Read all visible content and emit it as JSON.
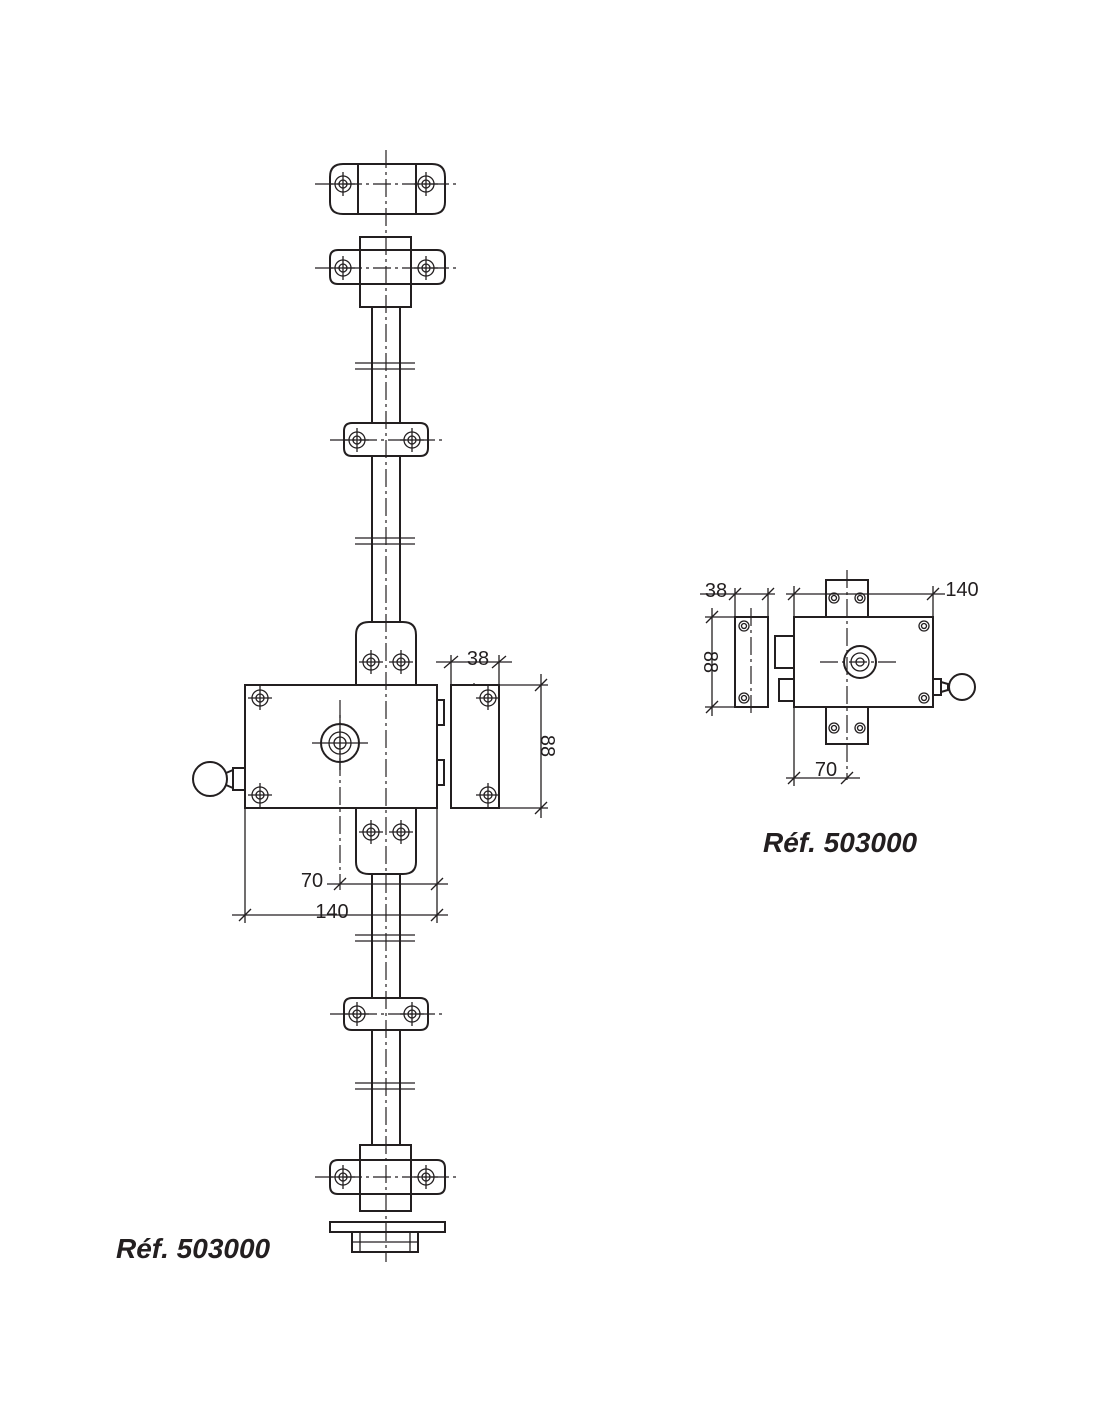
{
  "left_view": {
    "dim_depth": "38",
    "dim_height": "88",
    "dim_half_width": "70",
    "dim_width": "140",
    "reference": "Réf. 503000"
  },
  "right_view": {
    "dim_depth": "38",
    "dim_height": "88",
    "dim_half_width": "70",
    "dim_width": "140",
    "reference": "Réf. 503000"
  },
  "colors": {
    "line": "#231f20",
    "background": "#ffffff"
  }
}
